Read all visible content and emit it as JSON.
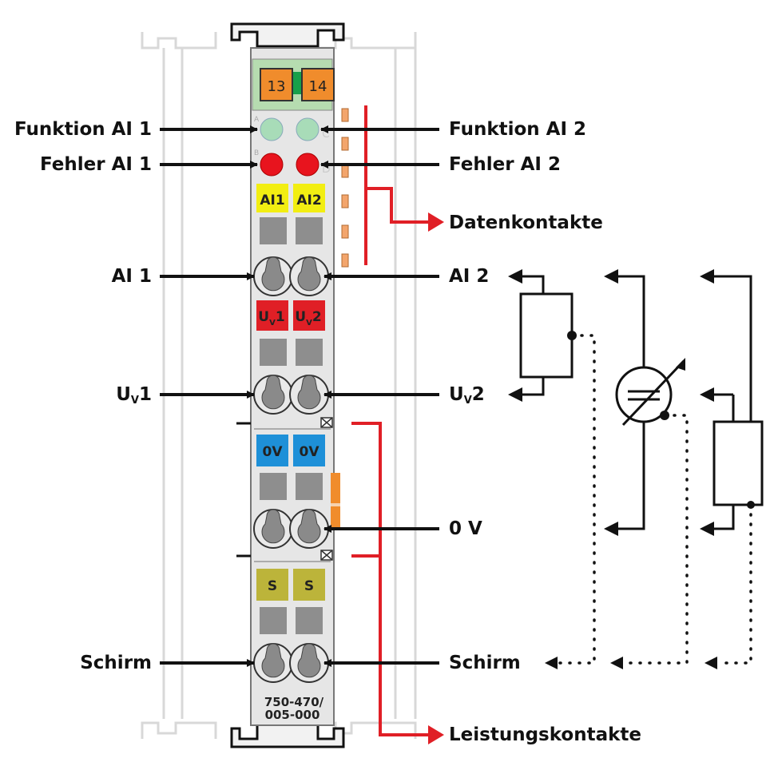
{
  "module": {
    "part_number_line1": "750-470/",
    "part_number_line2": "005-000",
    "connector_left": "13",
    "connector_right": "14",
    "led_row1_letter_left": "A",
    "led_row1_letter_right": "C",
    "led_row2_letter_left": "B",
    "led_row2_letter_right": "D"
  },
  "tags": {
    "ai1": "AI1",
    "ai2": "AI2",
    "uv1": "U",
    "uv1_sub": "V",
    "uv1_num": "1",
    "uv2": "U",
    "uv2_sub": "V",
    "uv2_num": "2",
    "ov1": "0V",
    "ov2": "0V",
    "s1": "S",
    "s2": "S"
  },
  "labels_left": {
    "funktion_ai1": "Funktion AI 1",
    "fehler_ai1": "Fehler AI 1",
    "ai1": "AI 1",
    "uv1_main": "U",
    "uv1_sub": "V",
    "uv1_num": "1",
    "schirm": "Schirm"
  },
  "labels_right": {
    "funktion_ai2": "Funktion AI 2",
    "fehler_ai2": "Fehler AI 2",
    "datenkontakte": "Datenkontakte",
    "ai2": "AI 2",
    "uv2_main": "U",
    "uv2_sub": "V",
    "uv2_num": "2",
    "ov": "0 V",
    "schirm": "Schirm",
    "leistungskontakte": "Leistungskontakte"
  },
  "colors": {
    "led_function": "#a8dcb8",
    "led_error": "#e8141e",
    "tag_ai": "#f2ee12",
    "tag_uv": "#e01f26",
    "tag_0v": "#1e90d8",
    "tag_s": "#bcb43a",
    "connector": "#f08c2c",
    "contact_red": "#e01f26"
  }
}
